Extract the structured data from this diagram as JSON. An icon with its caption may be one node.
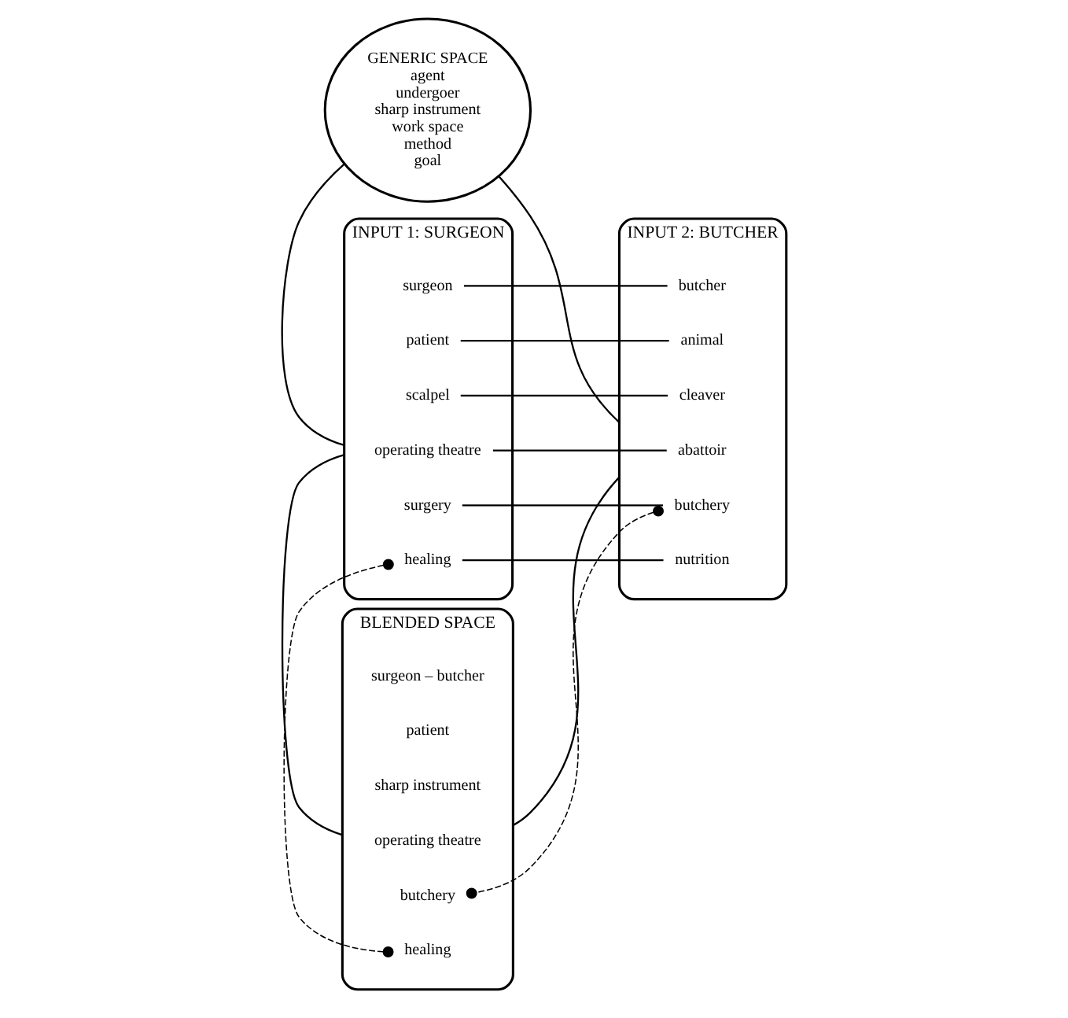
{
  "diagram": {
    "nodes": [
      {
        "text": [
          "GENERIC SPACE",
          "agent",
          "undergoer",
          "sharp instrument",
          "work space",
          "method",
          "goal"
        ]
      },
      {
        "text": [
          "INPUT 1: SURGEON"
        ]
      },
      {
        "text": [
          "surgeon"
        ],
        "in": 1
      },
      {
        "text": [
          "patient"
        ],
        "in": 1
      },
      {
        "text": [
          "scalpel"
        ],
        "in": 1
      },
      {
        "text": [
          "operating theatre"
        ],
        "in": 1
      },
      {
        "text": [
          "surgery"
        ],
        "in": 1
      },
      {
        "text": [
          "healing"
        ],
        "in": 1
      },
      {
        "text": [
          "INPUT 2: BUTCHER"
        ]
      },
      {
        "text": [
          "butcher"
        ],
        "in": 8
      },
      {
        "text": [
          "animal"
        ],
        "in": 8
      },
      {
        "text": [
          "cleaver"
        ],
        "in": 8
      },
      {
        "text": [
          "abattoir"
        ],
        "in": 8
      },
      {
        "text": [
          "butchery"
        ],
        "in": 8
      },
      {
        "text": [
          "nutrition"
        ],
        "in": 8
      },
      {
        "text": [
          "BLENDED SPACE"
        ]
      },
      {
        "text": [
          "surgeon – butcher"
        ],
        "in": 15
      },
      {
        "text": [
          "patient"
        ],
        "in": 15
      },
      {
        "text": [
          "sharp instrument"
        ],
        "in": 15
      },
      {
        "text": [
          "operating theatre"
        ],
        "in": 15
      },
      {
        "text": [
          "butchery"
        ],
        "in": 15
      },
      {
        "text": [
          "healing"
        ],
        "in": 15
      }
    ],
    "edges": [
      {
        "from": 0,
        "to": 1,
        "arrow": "none"
      },
      {
        "from": 0,
        "to": 8,
        "arrow": "none"
      },
      {
        "from": 2,
        "to": 9,
        "arrow": "none"
      },
      {
        "from": 3,
        "to": 10,
        "arrow": "none"
      },
      {
        "from": 4,
        "to": 11,
        "arrow": "none"
      },
      {
        "from": 5,
        "to": 12,
        "arrow": "none"
      },
      {
        "from": 6,
        "to": 13,
        "arrow": "none"
      },
      {
        "from": 7,
        "to": 14,
        "arrow": "none"
      },
      {
        "from": 1,
        "to": 15,
        "arrow": "none"
      },
      {
        "from": 8,
        "to": 15,
        "arrow": "none"
      },
      {
        "from": 7,
        "to": 21,
        "arrow": "other",
        "style": "dashed"
      },
      {
        "from": 13,
        "to": 20,
        "arrow": "other",
        "style": "dashed"
      }
    ]
  }
}
